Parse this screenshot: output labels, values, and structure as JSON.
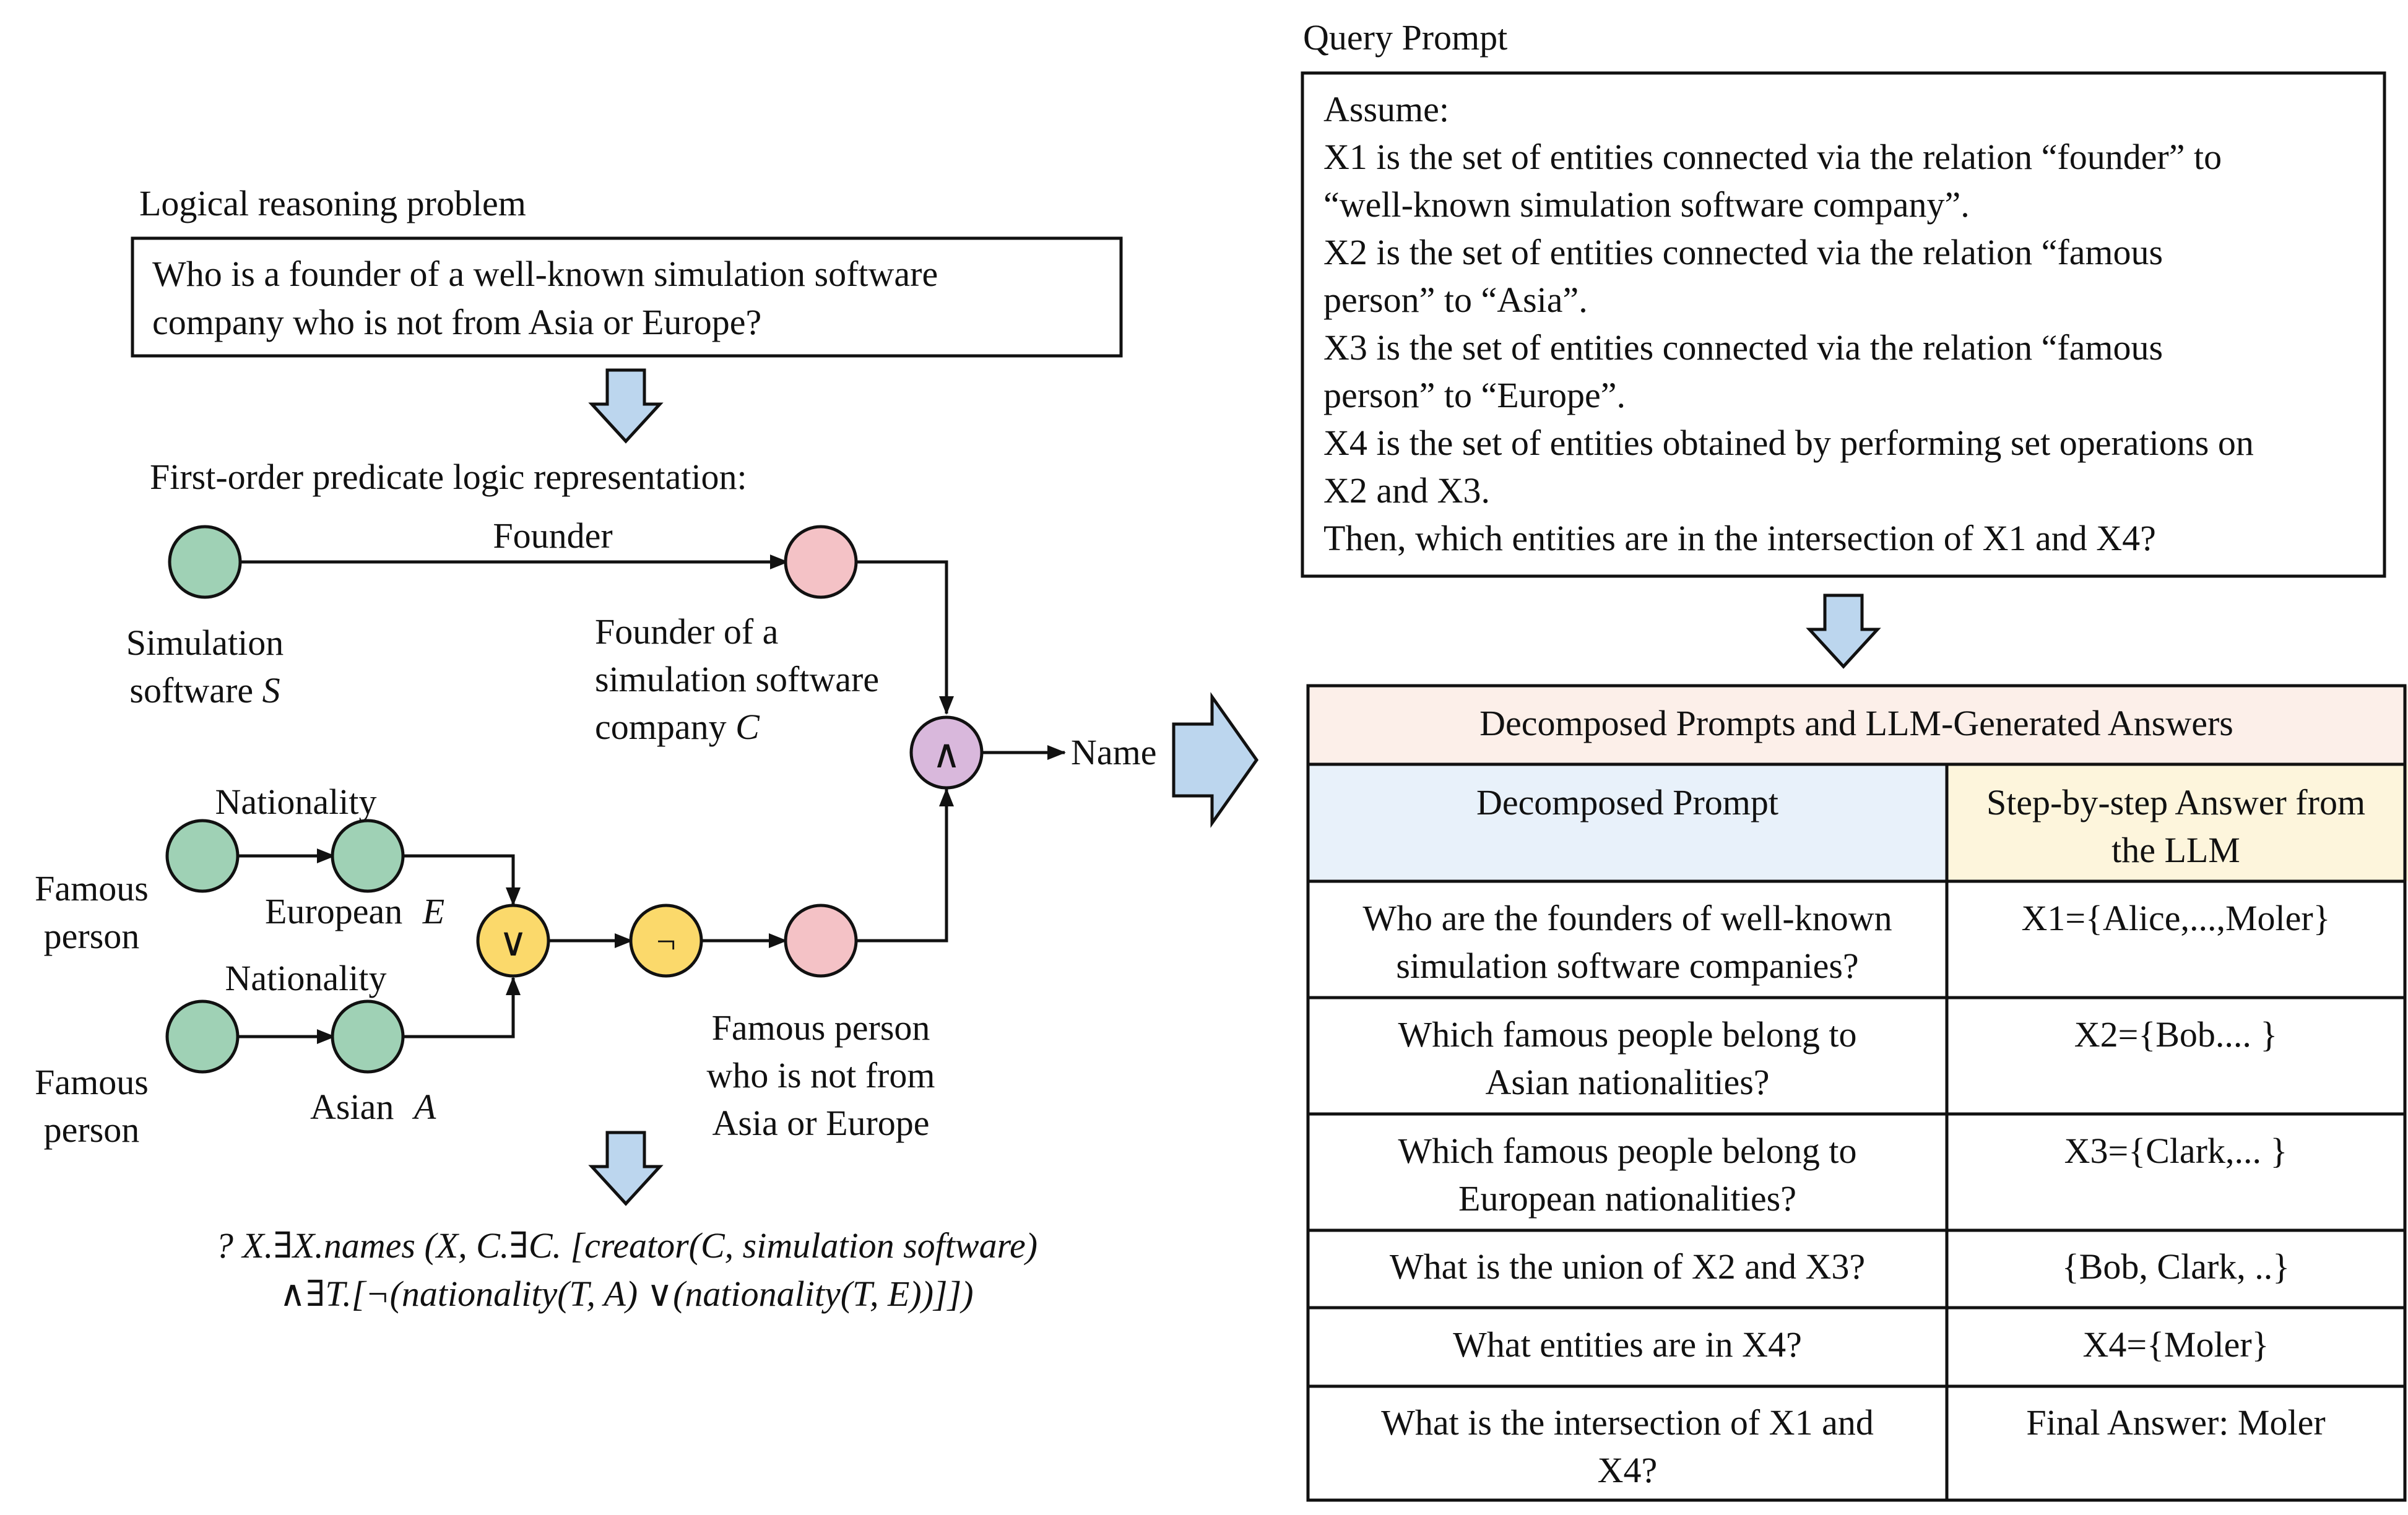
{
  "problem": {
    "heading": "Logical reasoning problem",
    "lines": [
      "Who is a founder of a well-known simulation software",
      "company who is not from Asia or Europe?"
    ]
  },
  "fol": {
    "heading": "First-order predicate logic representation:",
    "edge_founder": "Founder",
    "sim_label": [
      "Simulation",
      "software"
    ],
    "sim_var": "S",
    "founder_label": [
      "Founder of a",
      "simulation software",
      "company"
    ],
    "founder_var": "C",
    "nationality_1": "Nationality",
    "nationality_2": "Nationality",
    "famous_1": [
      "Famous",
      "person"
    ],
    "famous_2": [
      "Famous",
      "person"
    ],
    "european": "European",
    "european_var": "E",
    "asian": "Asian",
    "asian_var": "A",
    "not_from_label": [
      "Famous person",
      "who is not from",
      "Asia or Europe"
    ],
    "and_symbol": "∧",
    "or_symbol": "∨",
    "not_symbol": "¬",
    "name_label": "Name",
    "colors": {
      "green": "#9fd1b5",
      "pink": "#f4c2c6",
      "purple": "#d9b8dc",
      "yellow": "#fbd96b"
    }
  },
  "formula": {
    "line1": "? X.∃X.names (X, C.∃C. [creator(C, simulation software)",
    "line2": "∧∃T.[¬(nationality(T, A) ∨(nationality(T, E))]])"
  },
  "query": {
    "heading": "Query Prompt",
    "lines": [
      "Assume:",
      "X1 is the set of entities connected via the relation “founder” to",
      "“well-known simulation software company”.",
      "X2 is the set of entities connected via the relation “famous",
      "person” to “Asia”.",
      "X3 is the set of entities connected via the relation “famous",
      "person” to “Europe”.",
      "X4 is the set of entities obtained by performing set operations on",
      "X2 and X3.",
      "Then, which entities are in the intersection of X1 and X4?"
    ]
  },
  "table": {
    "title": "Decomposed Prompts and LLM-Generated Answers",
    "col1": "Decomposed Prompt",
    "col2": [
      "Step-by-step Answer from",
      "the LLM"
    ],
    "rows": [
      {
        "prompt": [
          "Who are the founders of well-known",
          "simulation software companies?"
        ],
        "answer": "X1={Alice,...,Moler}"
      },
      {
        "prompt": [
          "Which famous people belong to",
          "Asian nationalities?"
        ],
        "answer": "X2={Bob.... }"
      },
      {
        "prompt": [
          "Which famous people belong to",
          "European nationalities?"
        ],
        "answer": "X3={Clark,... }"
      },
      {
        "prompt": [
          "What is the union of X2 and X3?"
        ],
        "answer": "{Bob, Clark, ..}"
      },
      {
        "prompt": [
          "What entities are in X4?"
        ],
        "answer": "X4={Moler}"
      },
      {
        "prompt": [
          "What is the intersection of X1 and",
          "X4?"
        ],
        "answer": "Final Answer: Moler"
      }
    ],
    "colors": {
      "title_bg": "#fcefe9",
      "col1_bg": "#e8f1fa",
      "col2_bg": "#fdf5dc"
    }
  },
  "arrow_color": "#bcd6ee"
}
